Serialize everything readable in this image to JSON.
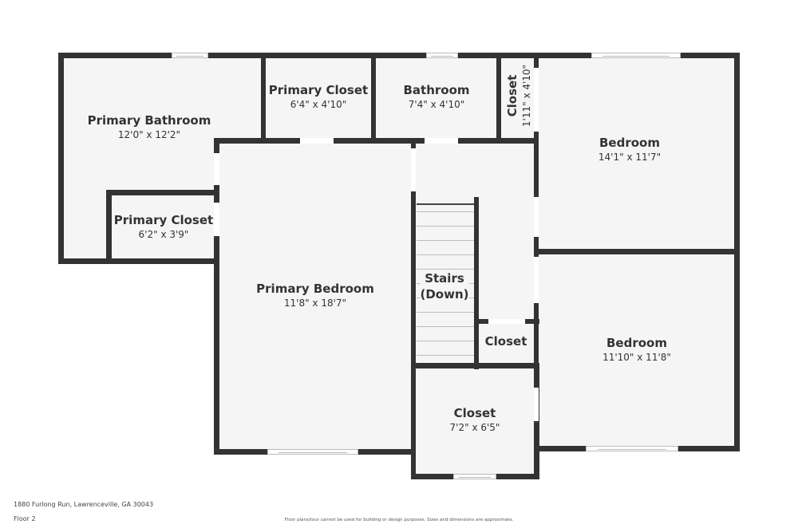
{
  "floorplan": {
    "rooms": [
      {
        "id": "primary-bathroom",
        "name": "Primary Bathroom",
        "dims": "12'0\" x 12'2\""
      },
      {
        "id": "primary-closet-top",
        "name": "Primary Closet",
        "dims": "6'4\" x 4'10\""
      },
      {
        "id": "bathroom",
        "name": "Bathroom",
        "dims": "7'4\" x 4'10\""
      },
      {
        "id": "closet-narrow",
        "name": "Closet",
        "dims": "1'11\" x 4'10\""
      },
      {
        "id": "bedroom-1",
        "name": "Bedroom",
        "dims": "14'1\" x 11'7\""
      },
      {
        "id": "primary-closet-small",
        "name": "Primary Closet",
        "dims": "6'2\" x 3'9\""
      },
      {
        "id": "primary-bedroom",
        "name": "Primary Bedroom",
        "dims": "11'8\" x 18'7\""
      },
      {
        "id": "stairs",
        "name": "Stairs",
        "dims": "(Down)"
      },
      {
        "id": "closet-hall",
        "name": "Closet",
        "dims": ""
      },
      {
        "id": "bedroom-2",
        "name": "Bedroom",
        "dims": "11'10\" x 11'8\""
      },
      {
        "id": "closet-bottom",
        "name": "Closet",
        "dims": "7'2\" x 6'5\""
      }
    ],
    "colors": {
      "wall": "#333333",
      "floor": "#f5f5f5",
      "text": "#333333",
      "background": "#ffffff"
    }
  },
  "footer": {
    "address": "1880 Furlong Run, Lawrenceville, GA 30043",
    "floor": "Floor 2",
    "disclaimer": "Floor plans/tour cannot be used for building or design purposes. Sizes and dimensions are approximate."
  }
}
